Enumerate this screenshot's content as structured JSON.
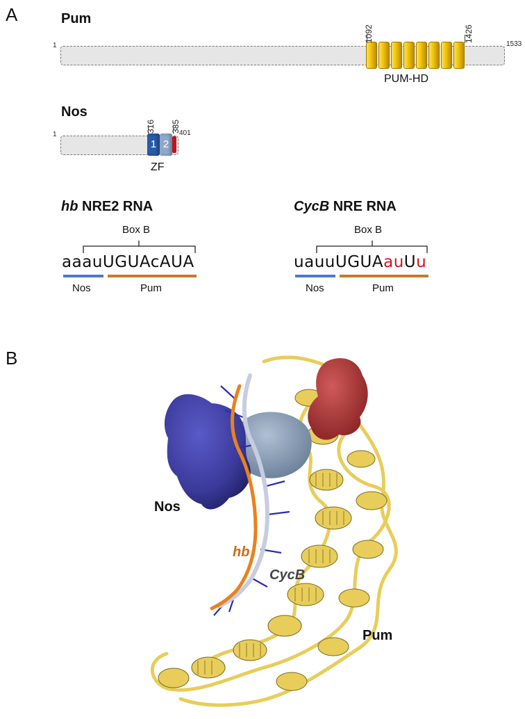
{
  "panel_a": {
    "letter": "A",
    "pum": {
      "name": "Pum",
      "start": "1",
      "end": "1533",
      "domain_start": "1092",
      "domain_end": "1426",
      "domain_label": "PUM-HD",
      "domain_color": "#f2c200",
      "repeat_count": 8
    },
    "nos": {
      "name": "Nos",
      "start": "1",
      "end": "401",
      "zf_start": "316",
      "zf_end": "385",
      "zf1": "1",
      "zf2": "2",
      "zf_label": "ZF",
      "zf1_color": "#2a5aa8",
      "zf2_color": "#8ea8c8",
      "tail_color": "#c0141c"
    },
    "hb": {
      "title_italic": "hb",
      "title_rest": " NRE2 RNA",
      "box_label": "Box B",
      "seq": [
        {
          "t": "a",
          "style": "lower"
        },
        {
          "t": "a",
          "style": "lower"
        },
        {
          "t": "a",
          "style": "lower"
        },
        {
          "t": "u",
          "style": "lower"
        },
        {
          "t": "U",
          "style": "upper"
        },
        {
          "t": "G",
          "style": "upper"
        },
        {
          "t": "U",
          "style": "upper"
        },
        {
          "t": "A",
          "style": "upper"
        },
        {
          "t": "c",
          "style": "lower"
        },
        {
          "t": "A",
          "style": "upper"
        },
        {
          "t": "U",
          "style": "upper"
        },
        {
          "t": "A",
          "style": "upper"
        }
      ],
      "nos_label": "Nos",
      "pum_label": "Pum"
    },
    "cycb": {
      "title_italic": "CycB",
      "title_rest": " NRE RNA",
      "box_label": "Box B",
      "seq": [
        {
          "t": "u",
          "style": "lower"
        },
        {
          "t": "a",
          "style": "lower"
        },
        {
          "t": "u",
          "style": "lower"
        },
        {
          "t": "u",
          "style": "lower"
        },
        {
          "t": "U",
          "style": "upper"
        },
        {
          "t": "G",
          "style": "upper"
        },
        {
          "t": "U",
          "style": "upper"
        },
        {
          "t": "A",
          "style": "upper"
        },
        {
          "t": "a",
          "style": "red"
        },
        {
          "t": "u",
          "style": "red"
        },
        {
          "t": "U",
          "style": "upper"
        },
        {
          "t": "u",
          "style": "red"
        }
      ],
      "nos_label": "Nos",
      "pum_label": "Pum"
    },
    "colors": {
      "nos_line": "#4a7ad0",
      "pum_line": "#c8782a",
      "red_nt": "#d0141c",
      "box_fill": "#e6e6e6"
    }
  },
  "panel_b": {
    "letter": "B",
    "nos_label": "Nos",
    "hb_label": "hb",
    "cycb_label": "CycB",
    "pum_label": "Pum",
    "colors": {
      "nos_surface": "#3a3a9a",
      "pum_ribbon": "#e8cd5a",
      "zf_surface": "#8a9fb8",
      "red_surface": "#b23a3a",
      "hb_rna": "#e8821e",
      "cycb_rna": "#c8cce0"
    }
  }
}
